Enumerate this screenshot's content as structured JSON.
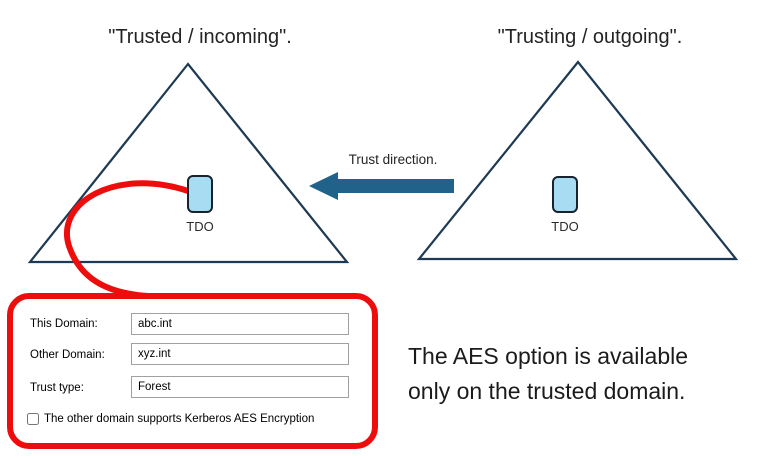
{
  "diagram": {
    "left_domain": {
      "title": "\"Trusted / incoming\".",
      "tdo_label": "TDO"
    },
    "right_domain": {
      "title": "\"Trusting / outgoing\".",
      "tdo_label": "TDO"
    },
    "trust_arrow": {
      "label": "Trust direction.",
      "direction": "left"
    }
  },
  "trust_dialog": {
    "fields": [
      {
        "label": "This Domain:",
        "value": "abc.int"
      },
      {
        "label": "Other Domain:",
        "value": "xyz.int"
      },
      {
        "label": "Trust type:",
        "value": "Forest"
      }
    ],
    "checkbox": {
      "label": "The other domain supports Kerberos AES Encryption",
      "checked": false
    }
  },
  "note": {
    "lines": [
      "The AES option is available",
      "only on the trusted domain."
    ]
  },
  "colors": {
    "triangle_outline": "#1d3a54",
    "tdo_fill": "#a7dcf2",
    "tdo_border": "#17242f",
    "arrow_fill": "#20628a",
    "callout_red": "#ee0d0d",
    "field_border": "#a0a0a0",
    "text_dark": "#242424"
  }
}
